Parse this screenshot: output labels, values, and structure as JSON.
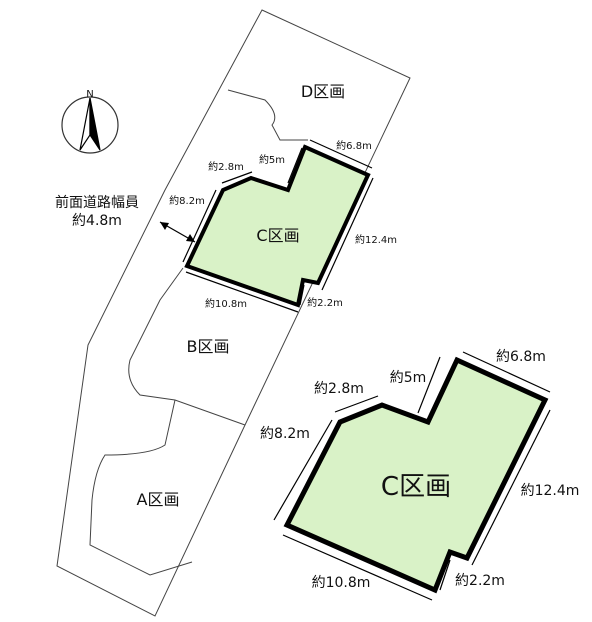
{
  "compass": {
    "label": "N",
    "icon": "north-arrow-icon"
  },
  "road": {
    "line1": "前面道路幅員",
    "line2": "約4.8m"
  },
  "lots": {
    "a": "A区画",
    "b": "B区画",
    "c": "C区画",
    "d": "D区画"
  },
  "site_dims": {
    "top": "約6.8m",
    "notch_top": "約5m",
    "upper_left": "約2.8m",
    "left": "約8.2m",
    "right": "約12.4m",
    "bottom": "約10.8m",
    "notch_bottom": "約2.2m"
  },
  "detail": {
    "title": "C区画",
    "top": "約6.8m",
    "notch_top": "約5m",
    "upper_left": "約2.8m",
    "left": "約8.2m",
    "right": "約12.4m",
    "bottom": "約10.8m",
    "notch_bottom": "約2.2m"
  },
  "colors": {
    "lot_c_fill": "#d9f2c7",
    "outline": "#000000"
  }
}
